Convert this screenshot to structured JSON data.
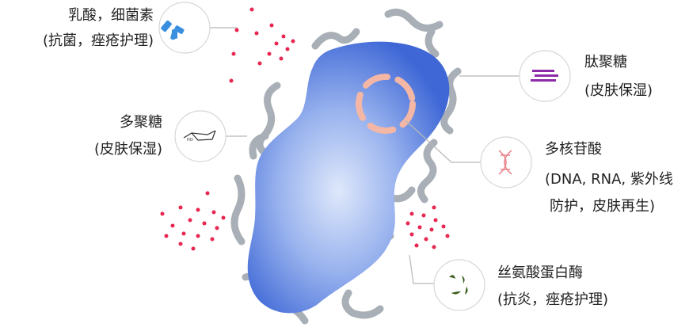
{
  "labels": {
    "lactic": {
      "title": "乳酸，细菌素",
      "sub": "(抗菌，痤疮护理)"
    },
    "polysaccharide": {
      "title": "多聚糖",
      "sub": "(皮肤保湿)"
    },
    "peptidoglycan": {
      "title": "肽聚糖",
      "sub": "(皮肤保湿)"
    },
    "nucleotide": {
      "title": "多核苷酸",
      "sub": "(DNA, RNA, 紫外线",
      "sub2": "防护，皮肤再生)"
    },
    "protease": {
      "title": "丝氨酸蛋白酶",
      "sub": "(抗炎，痤疮护理)"
    }
  },
  "colors": {
    "cell": "#5b83e0",
    "dots": "#e8264f",
    "flagella": "#a9afb6",
    "ring": "#f4b7a6"
  }
}
